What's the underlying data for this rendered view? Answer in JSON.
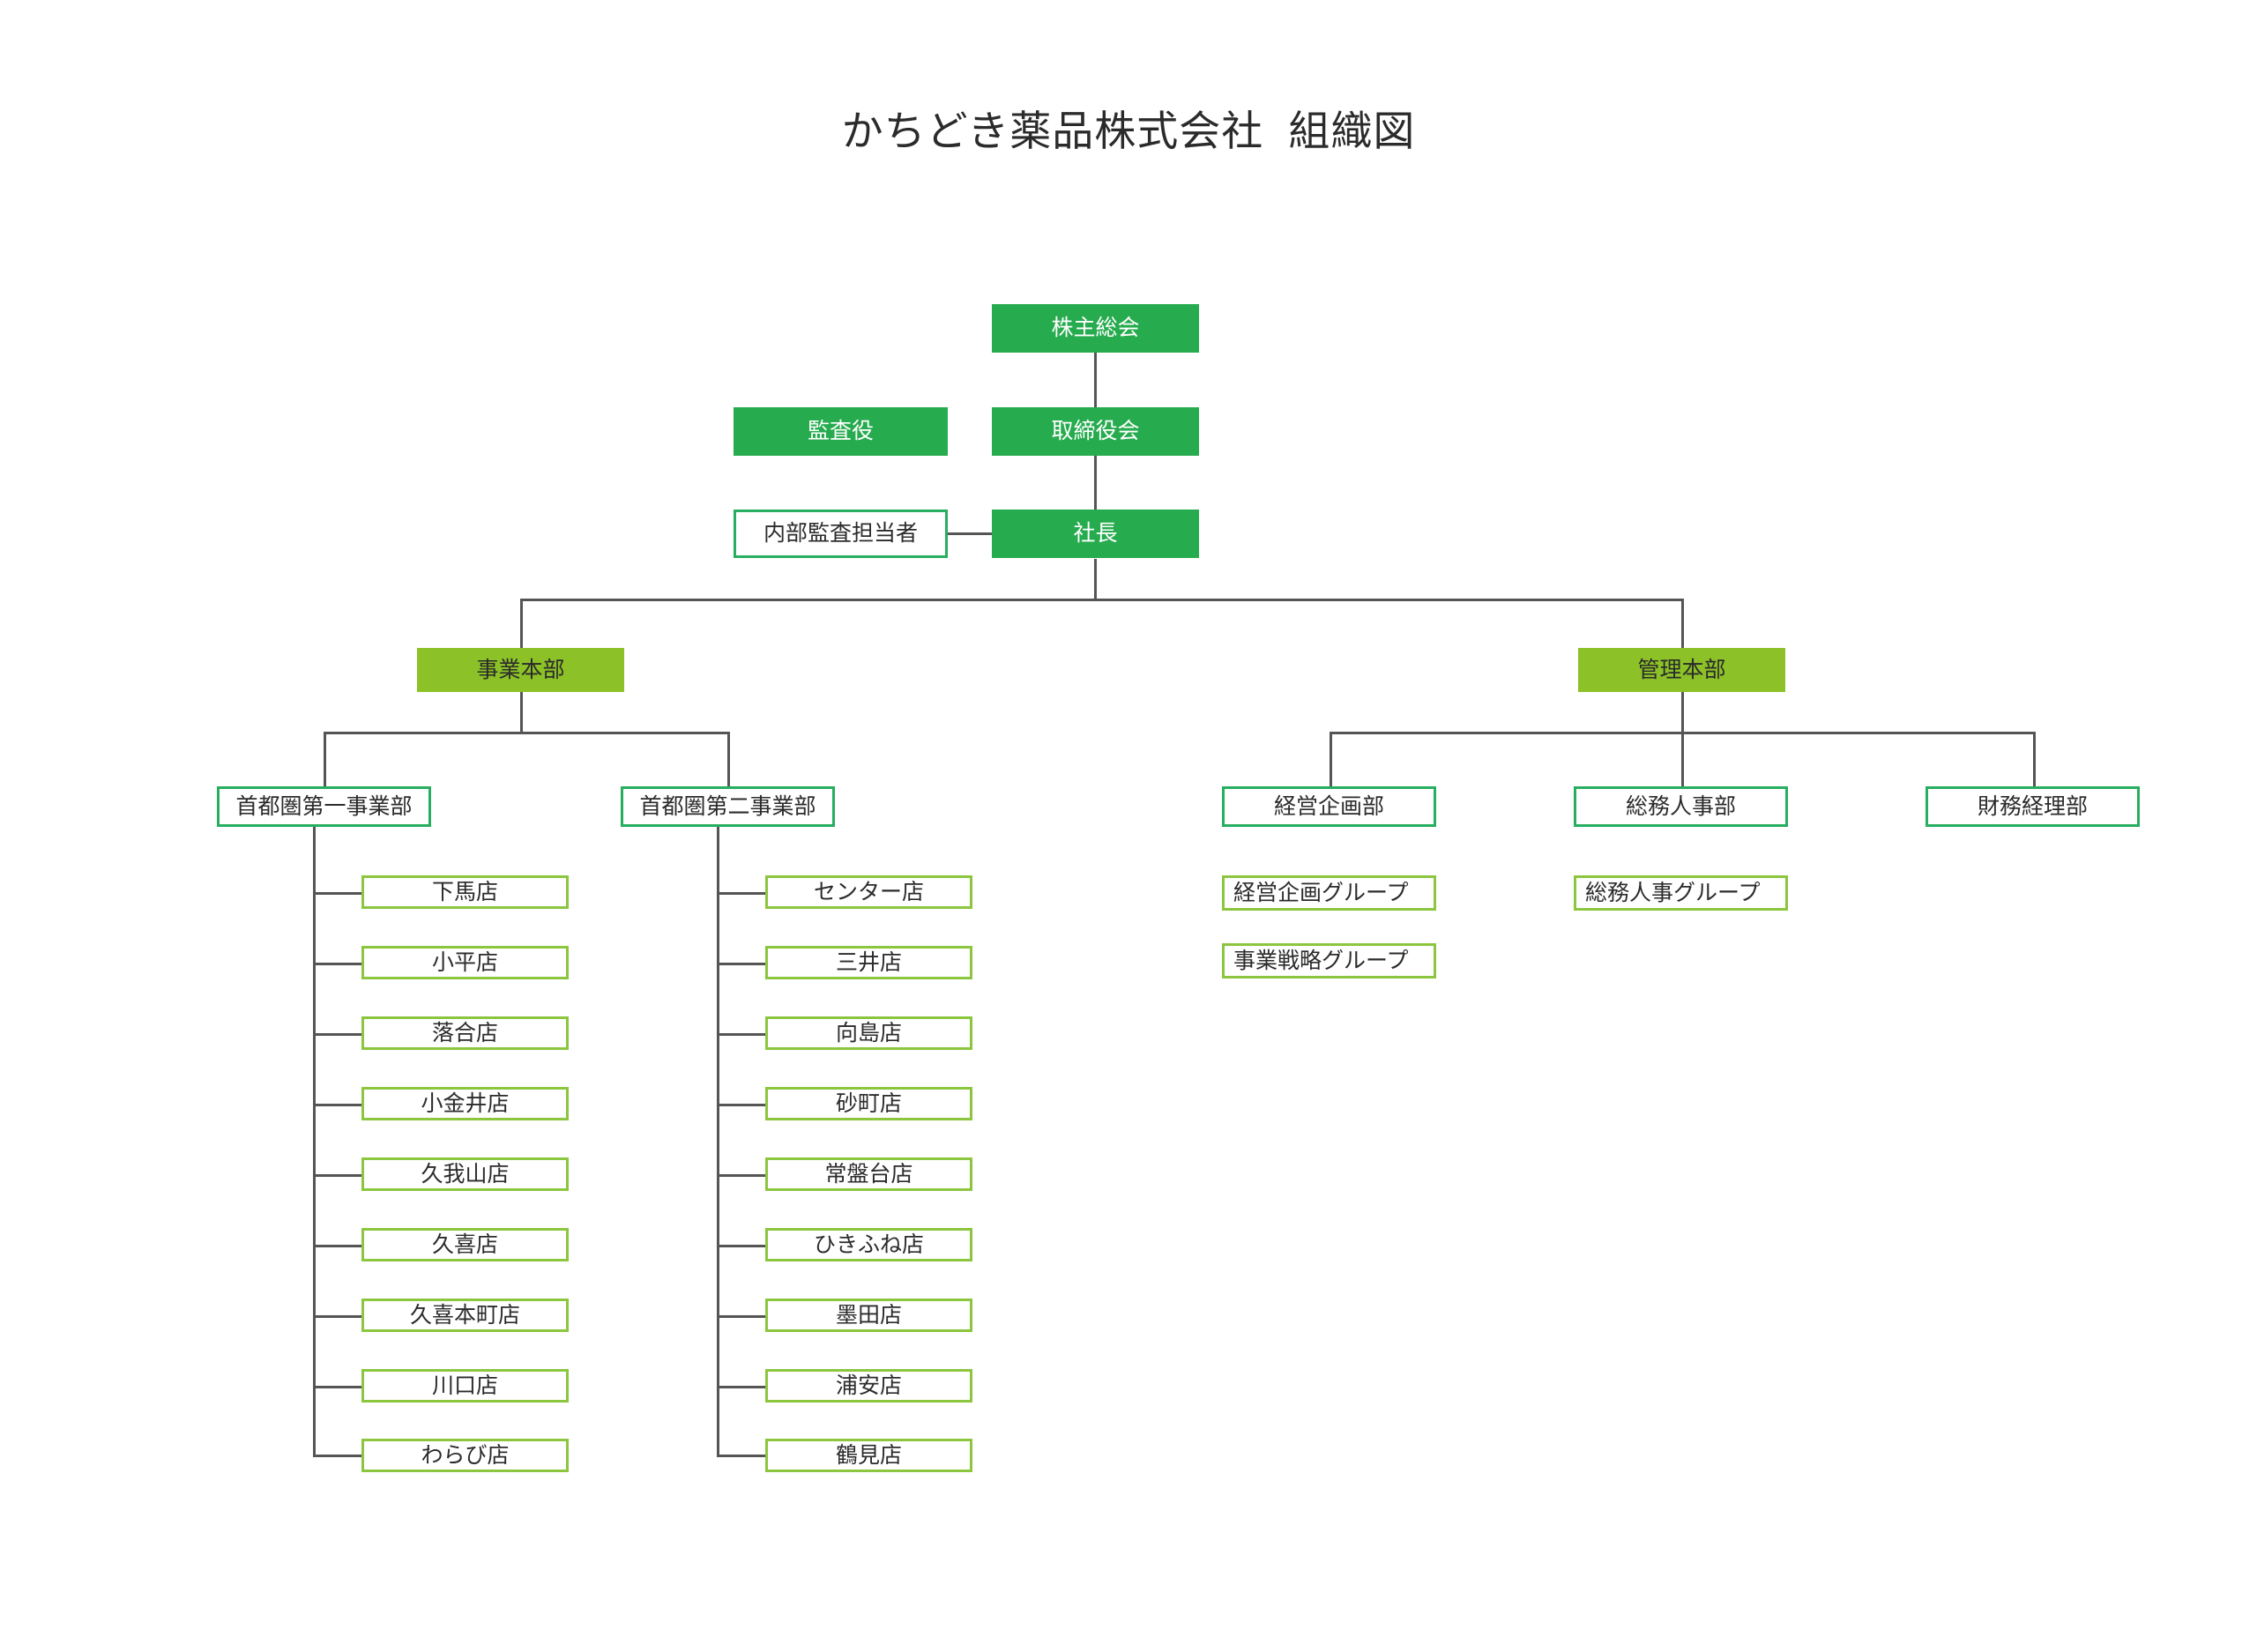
{
  "title": "かちどき薬品株式会社  組織図",
  "colors": {
    "solid_green": "#26ab4e",
    "solid_lime": "#8cc227",
    "outline_green": "#27ae60",
    "outline_lime": "#8cc63f",
    "connector": "#555555",
    "text_dark": "#2b2b2b",
    "text_light": "#ffffff",
    "background": "#ffffff"
  },
  "governance": {
    "shareholders_meeting": "株主総会",
    "auditor": "監査役",
    "board_of_directors": "取締役会",
    "internal_audit_officer": "内部監査担当者",
    "president": "社長"
  },
  "headquarters": {
    "business": "事業本部",
    "administration": "管理本部"
  },
  "business_divisions": [
    {
      "name": "首都圏第一事業部",
      "stores": [
        "下馬店",
        "小平店",
        "落合店",
        "小金井店",
        "久我山店",
        "久喜店",
        "久喜本町店",
        "川口店",
        "わらび店"
      ]
    },
    {
      "name": "首都圏第二事業部",
      "stores": [
        "センター店",
        "三井店",
        "向島店",
        "砂町店",
        "常盤台店",
        "ひきふね店",
        "墨田店",
        "浦安店",
        "鶴見店"
      ]
    }
  ],
  "admin_departments": [
    {
      "name": "経営企画部",
      "groups": [
        "経営企画グループ",
        "事業戦略グループ"
      ]
    },
    {
      "name": "総務人事部",
      "groups": [
        "総務人事グループ"
      ]
    },
    {
      "name": "財務経理部",
      "groups": []
    }
  ]
}
